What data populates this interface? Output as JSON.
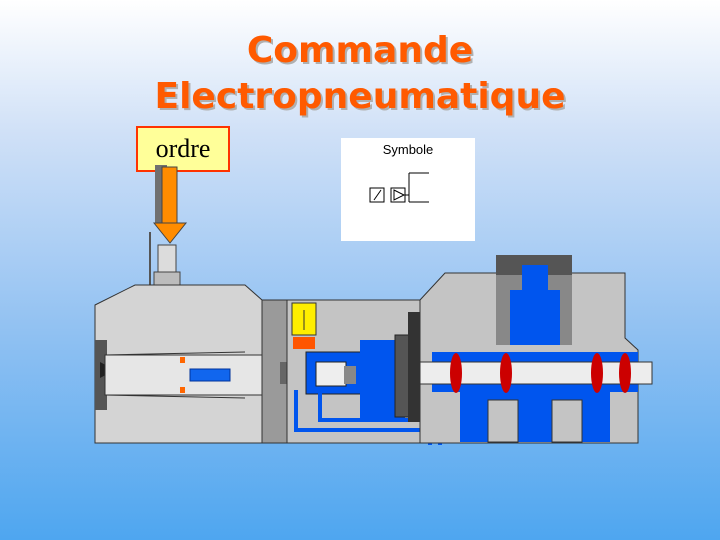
{
  "title": {
    "line1": "Commande",
    "line2": "Electropneumatique"
  },
  "order_label": "ordre",
  "symbol": {
    "label": "Symbole"
  },
  "colors": {
    "title": "#ff5a00",
    "order_box_fill": "#ffff99",
    "order_box_border": "#ff3300",
    "arrow": "#ff8c00",
    "valve_body": "#c8c8c8",
    "pressure": "#0055ee",
    "seal": "#cc0000",
    "solenoid": "#ffee00"
  }
}
